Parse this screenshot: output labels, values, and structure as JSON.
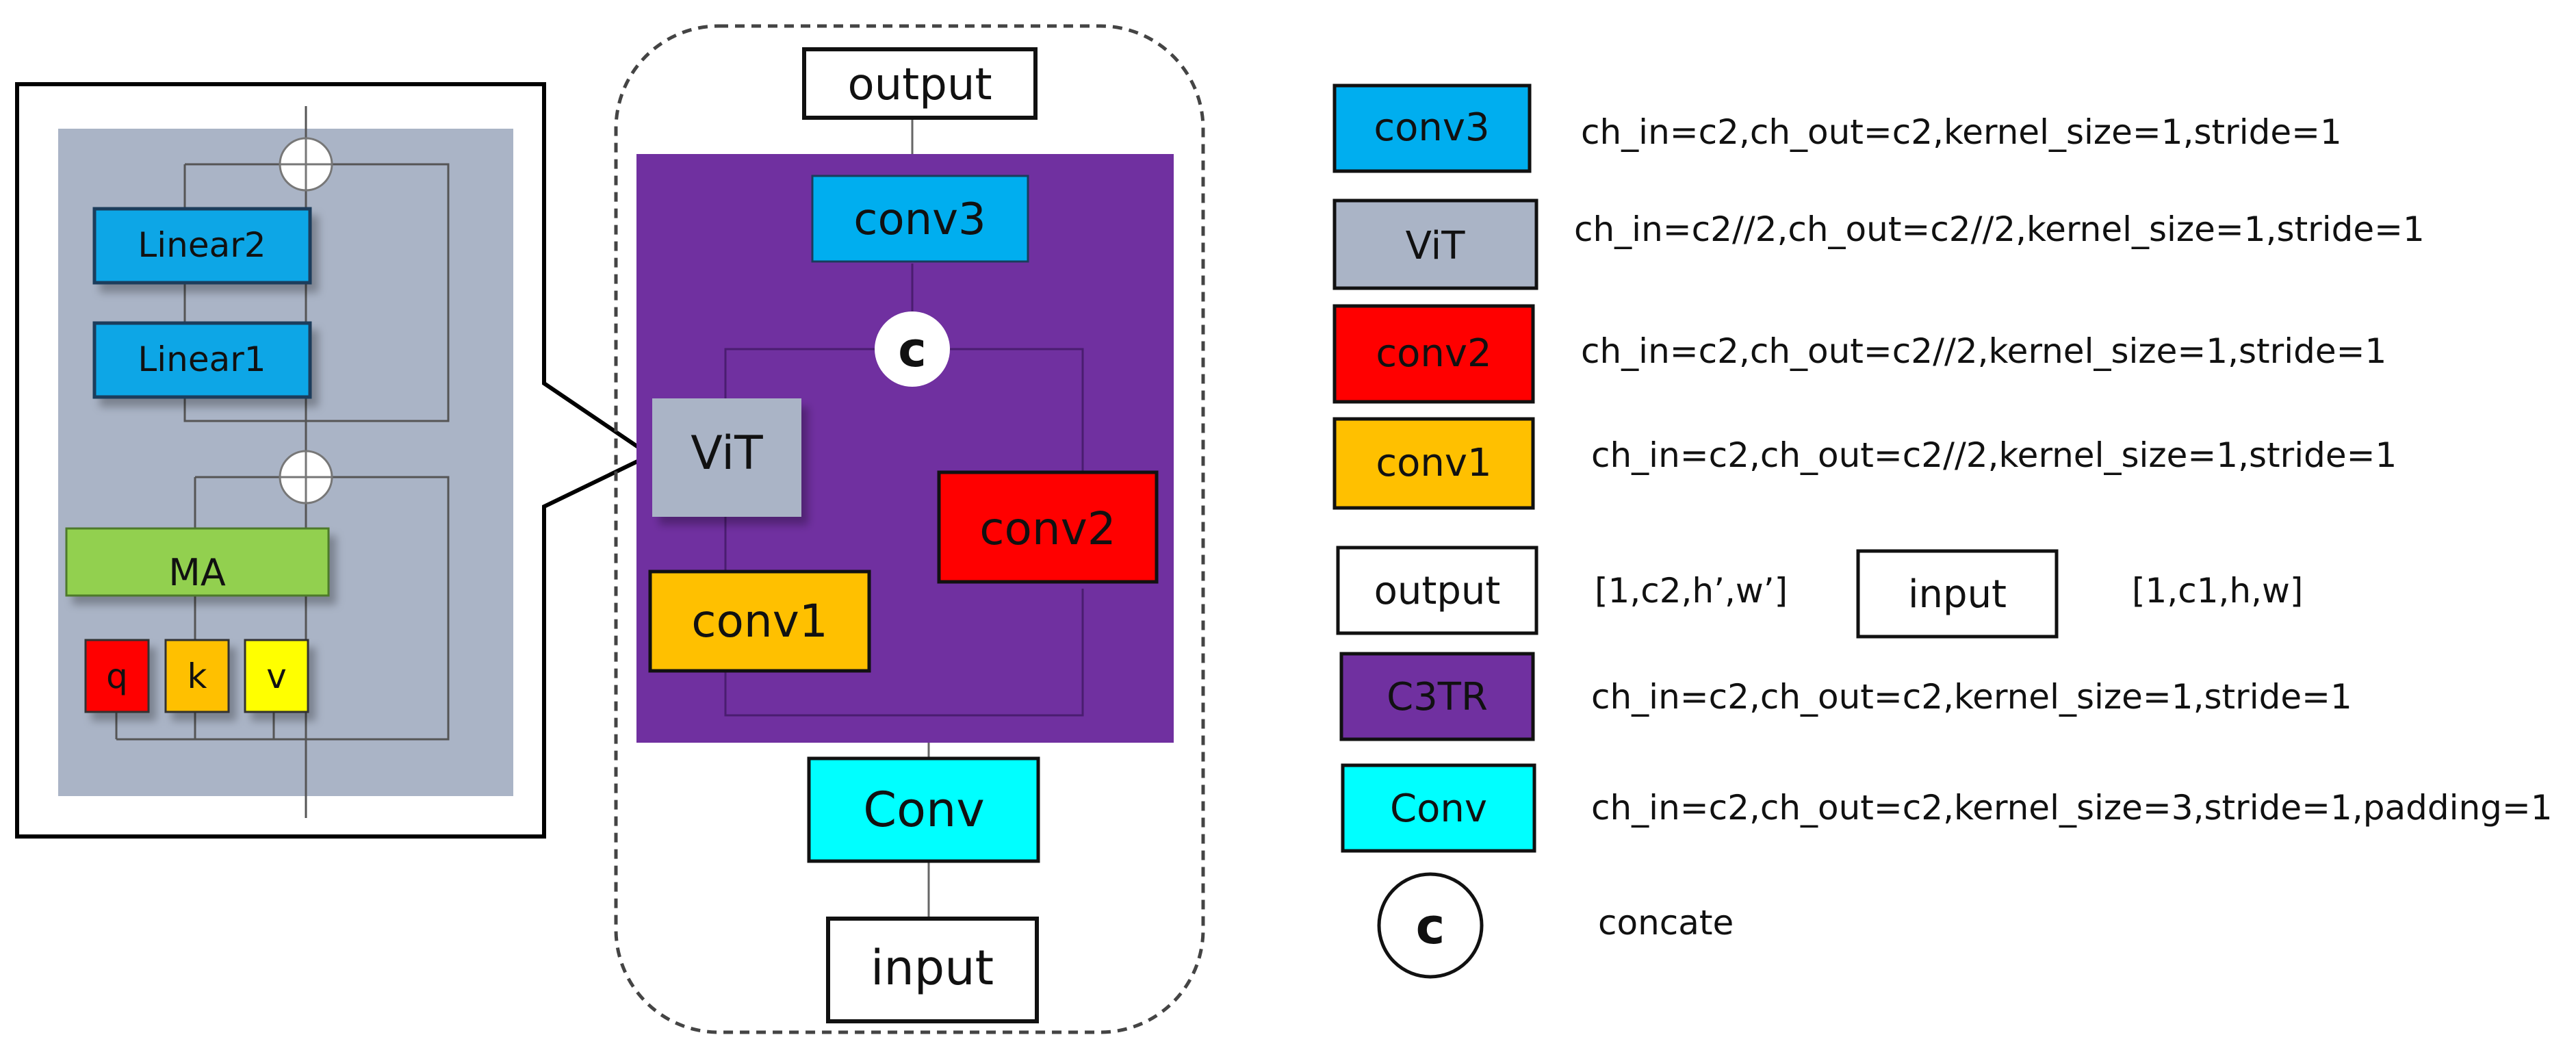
{
  "zoom_panel": {
    "linear2": "Linear2",
    "linear1": "Linear1",
    "ma": "MA",
    "q": "q",
    "k": "k",
    "v": "v"
  },
  "main_block": {
    "output": "output",
    "conv3": "conv3",
    "concat_symbol": "c",
    "vit": "ViT",
    "conv2": "conv2",
    "conv1": "conv1",
    "conv": "Conv",
    "input": "input"
  },
  "legend": {
    "conv3": {
      "label": "conv3",
      "desc": "ch_in=c2,ch_out=c2,kernel_size=1,stride=1"
    },
    "vit": {
      "label": "ViT",
      "desc": "ch_in=c2//2,ch_out=c2//2,kernel_size=1,stride=1"
    },
    "conv2": {
      "label": "conv2",
      "desc": "ch_in=c2,ch_out=c2//2,kernel_size=1,stride=1"
    },
    "conv1": {
      "label": "conv1",
      "desc": "ch_in=c2,ch_out=c2//2,kernel_size=1,stride=1"
    },
    "output": {
      "label": "output",
      "desc": "[1,c2,h’,w’]"
    },
    "input": {
      "label": "input",
      "desc": "[1,c1,h,w]"
    },
    "c3tr": {
      "label": "C3TR",
      "desc": "ch_in=c2,ch_out=c2,kernel_size=1,stride=1"
    },
    "conv": {
      "label": "Conv",
      "desc": "ch_in=c2,ch_out=c2,kernel_size=3,stride=1,padding=1"
    },
    "concat": {
      "label": "c",
      "desc": "concate"
    }
  },
  "colors": {
    "conv3": "#00aeef",
    "linear": "#0aa6e6",
    "vit": "#aab4c6",
    "conv2": "#ff0000",
    "conv1": "#ffc000",
    "c3tr": "#7030a0",
    "conv": "#00ffff",
    "ma": "#92d050",
    "q": "#ff0000",
    "k": "#ffc000",
    "v": "#ffff00",
    "panel_bg": "#aab4c6"
  }
}
